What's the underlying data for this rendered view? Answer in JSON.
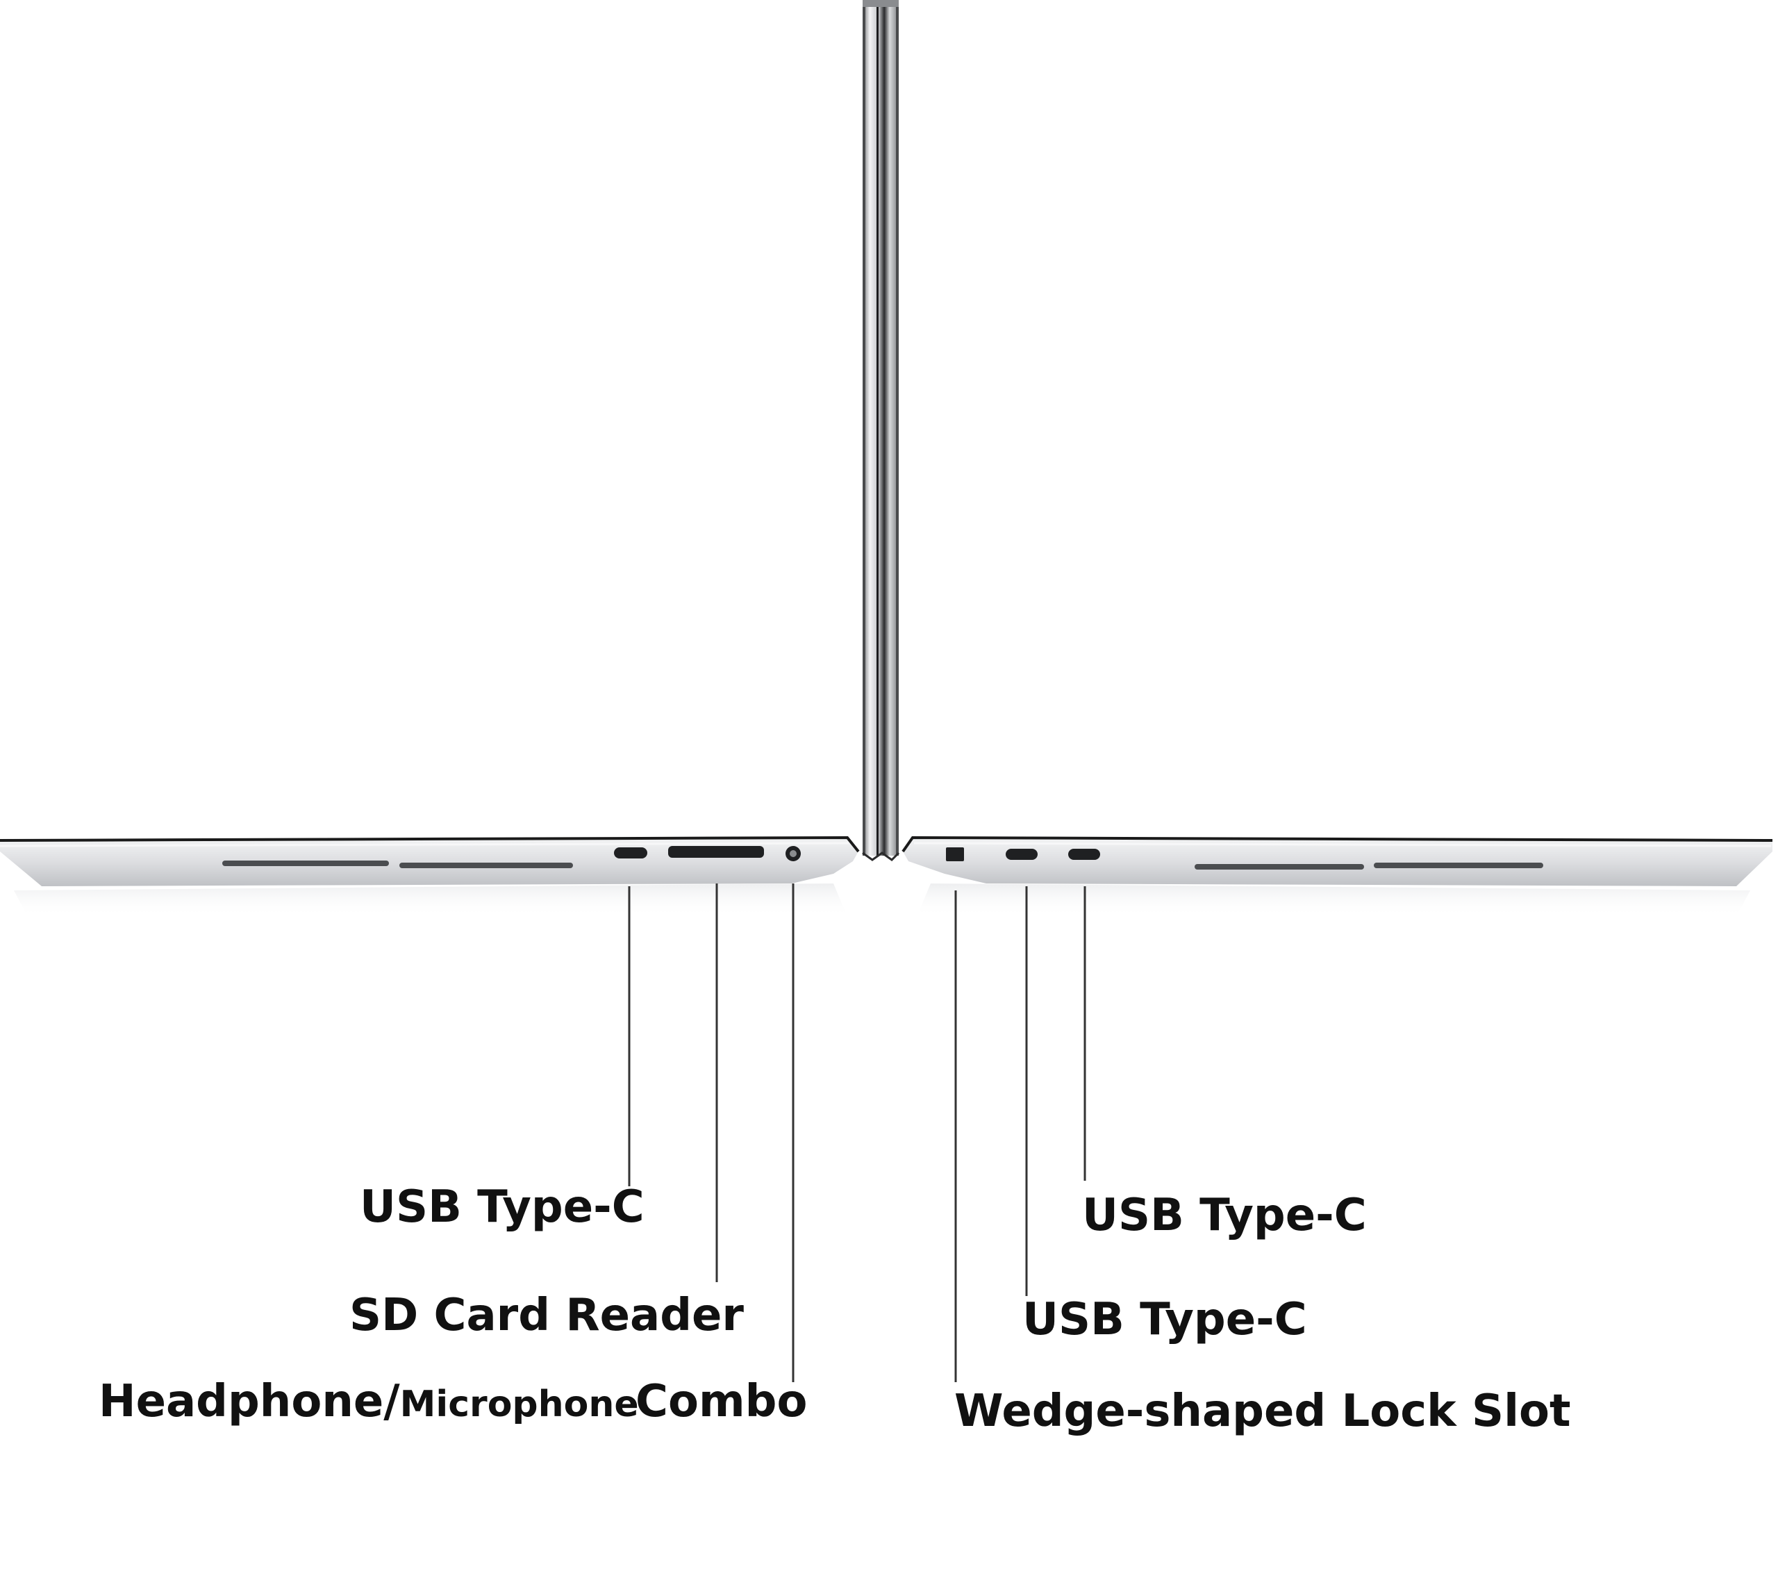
{
  "colors": {
    "background": "#ffffff",
    "chassis_silver": "#d9dadc",
    "chassis_edge": "#1a1a1a",
    "leader_line": "#333333",
    "label_text": "#111111"
  },
  "left_side": {
    "ports": [
      {
        "id": "usb-c-left",
        "icon": "usb-c-port-icon"
      },
      {
        "id": "sd-card",
        "icon": "sd-card-slot-icon"
      },
      {
        "id": "audio-jack",
        "icon": "audio-jack-icon"
      }
    ],
    "labels": {
      "usb_c": "USB Type-C",
      "sd_card": "SD Card Reader",
      "headphone": "Headphone/",
      "microphone": "Microphone",
      "combo": "Combo"
    }
  },
  "right_side": {
    "ports": [
      {
        "id": "lock-slot",
        "icon": "lock-slot-icon"
      },
      {
        "id": "usb-c-right-1",
        "icon": "usb-c-port-icon"
      },
      {
        "id": "usb-c-right-2",
        "icon": "usb-c-port-icon"
      }
    ],
    "labels": {
      "usb_c_top": "USB Type-C",
      "usb_c_middle": "USB Type-C",
      "lock_slot": "Wedge-shaped Lock Slot"
    }
  }
}
